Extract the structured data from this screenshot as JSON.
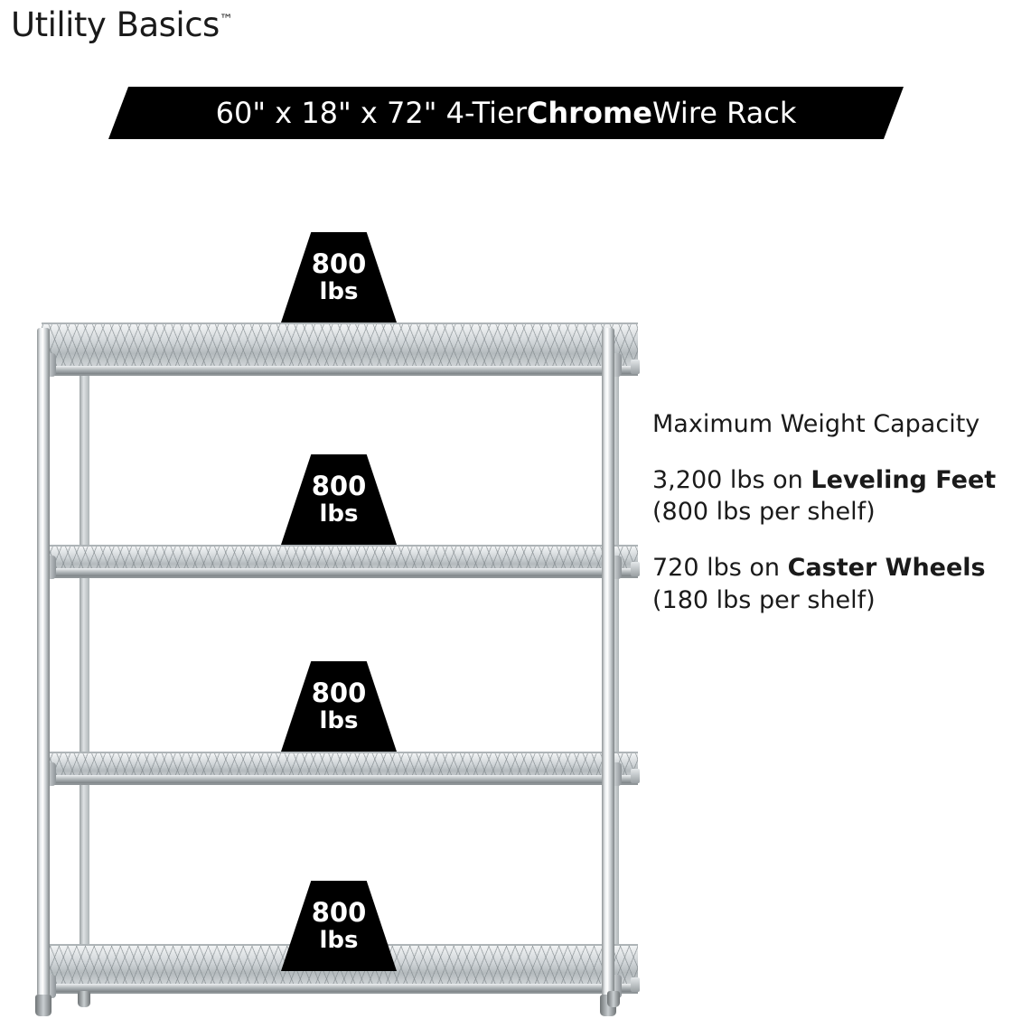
{
  "brand": {
    "name": "Utility Basics",
    "trademark": "™"
  },
  "banner": {
    "prefix": "60\" x 18\" x 72\" 4-Tier ",
    "emphasis": "Chrome",
    "suffix": " Wire Rack"
  },
  "info": {
    "heading": "Maximum Weight Capacity",
    "leveling": {
      "lead": "3,200 lbs on ",
      "bold": "Leveling Feet",
      "tail": " (800 lbs per shelf)"
    },
    "caster": {
      "lead": "720 lbs on ",
      "bold": "Caster Wheels",
      "tail": " (180 lbs per shelf)"
    }
  },
  "shelf_labels": [
    {
      "number": "800",
      "unit": "lbs"
    },
    {
      "number": "800",
      "unit": "lbs"
    },
    {
      "number": "800",
      "unit": "lbs"
    },
    {
      "number": "800",
      "unit": "lbs"
    }
  ],
  "colors": {
    "banner_bg": "#000000",
    "banner_text": "#ffffff",
    "body_text": "#1a1a1a",
    "page_bg": "#ffffff",
    "chrome_light": "#e9ecee",
    "chrome_dark": "#7e8486"
  }
}
